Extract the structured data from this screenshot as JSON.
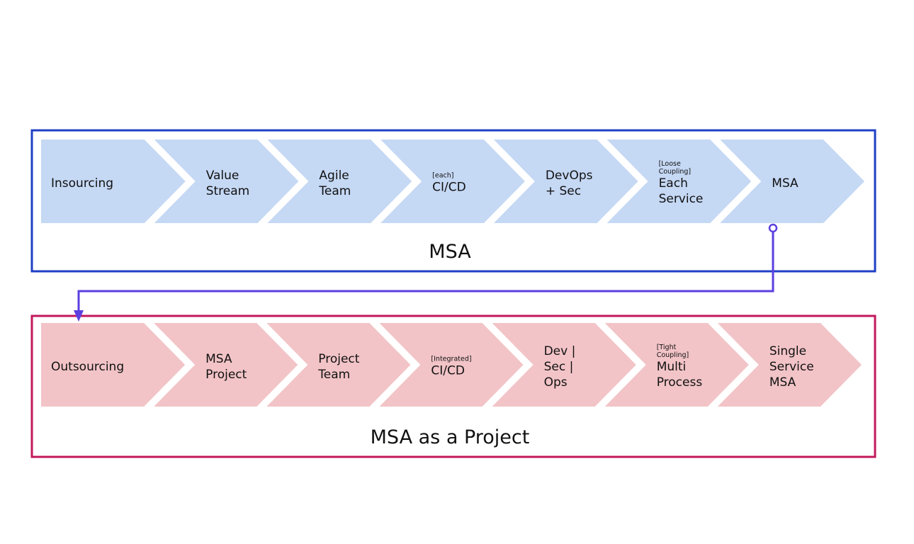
{
  "colors": {
    "top_frame": "#1f3fc4",
    "top_fill": "#c5d8f4",
    "bottom_frame": "#c2185b",
    "bottom_fill": "#f2c4c7",
    "connector": "#5b3fe0",
    "text": "#111111"
  },
  "rows": [
    {
      "id": "msa",
      "title": "MSA",
      "steps": [
        {
          "sub": "",
          "lines": [
            "Insourcing"
          ]
        },
        {
          "sub": "",
          "lines": [
            "Value",
            "Stream"
          ]
        },
        {
          "sub": "",
          "lines": [
            "Agile",
            "Team"
          ]
        },
        {
          "sub": "[each]",
          "lines": [
            "CI/CD"
          ]
        },
        {
          "sub": "",
          "lines": [
            "DevOps",
            "+ Sec"
          ]
        },
        {
          "sub": "[Loose|Coupling]",
          "lines": [
            "Each",
            "Service"
          ]
        },
        {
          "sub": "",
          "lines": [
            "MSA"
          ]
        }
      ]
    },
    {
      "id": "msa-as-a-project",
      "title": "MSA as a Project",
      "steps": [
        {
          "sub": "",
          "lines": [
            "Outsourcing"
          ]
        },
        {
          "sub": "",
          "lines": [
            "MSA",
            "Project"
          ]
        },
        {
          "sub": "",
          "lines": [
            "Project",
            "Team"
          ]
        },
        {
          "sub": "[Integrated]",
          "lines": [
            "CI/CD"
          ]
        },
        {
          "sub": "",
          "lines": [
            "Dev |",
            "Sec |",
            "Ops"
          ]
        },
        {
          "sub": "[Tight|Coupling]",
          "lines": [
            "Multi",
            "Process"
          ]
        },
        {
          "sub": "",
          "lines": [
            "Single",
            "Service",
            "MSA"
          ]
        }
      ]
    }
  ],
  "connector": {
    "from": "MSA",
    "to": "Outsourcing",
    "start_marker": "circle",
    "end_marker": "arrow"
  }
}
